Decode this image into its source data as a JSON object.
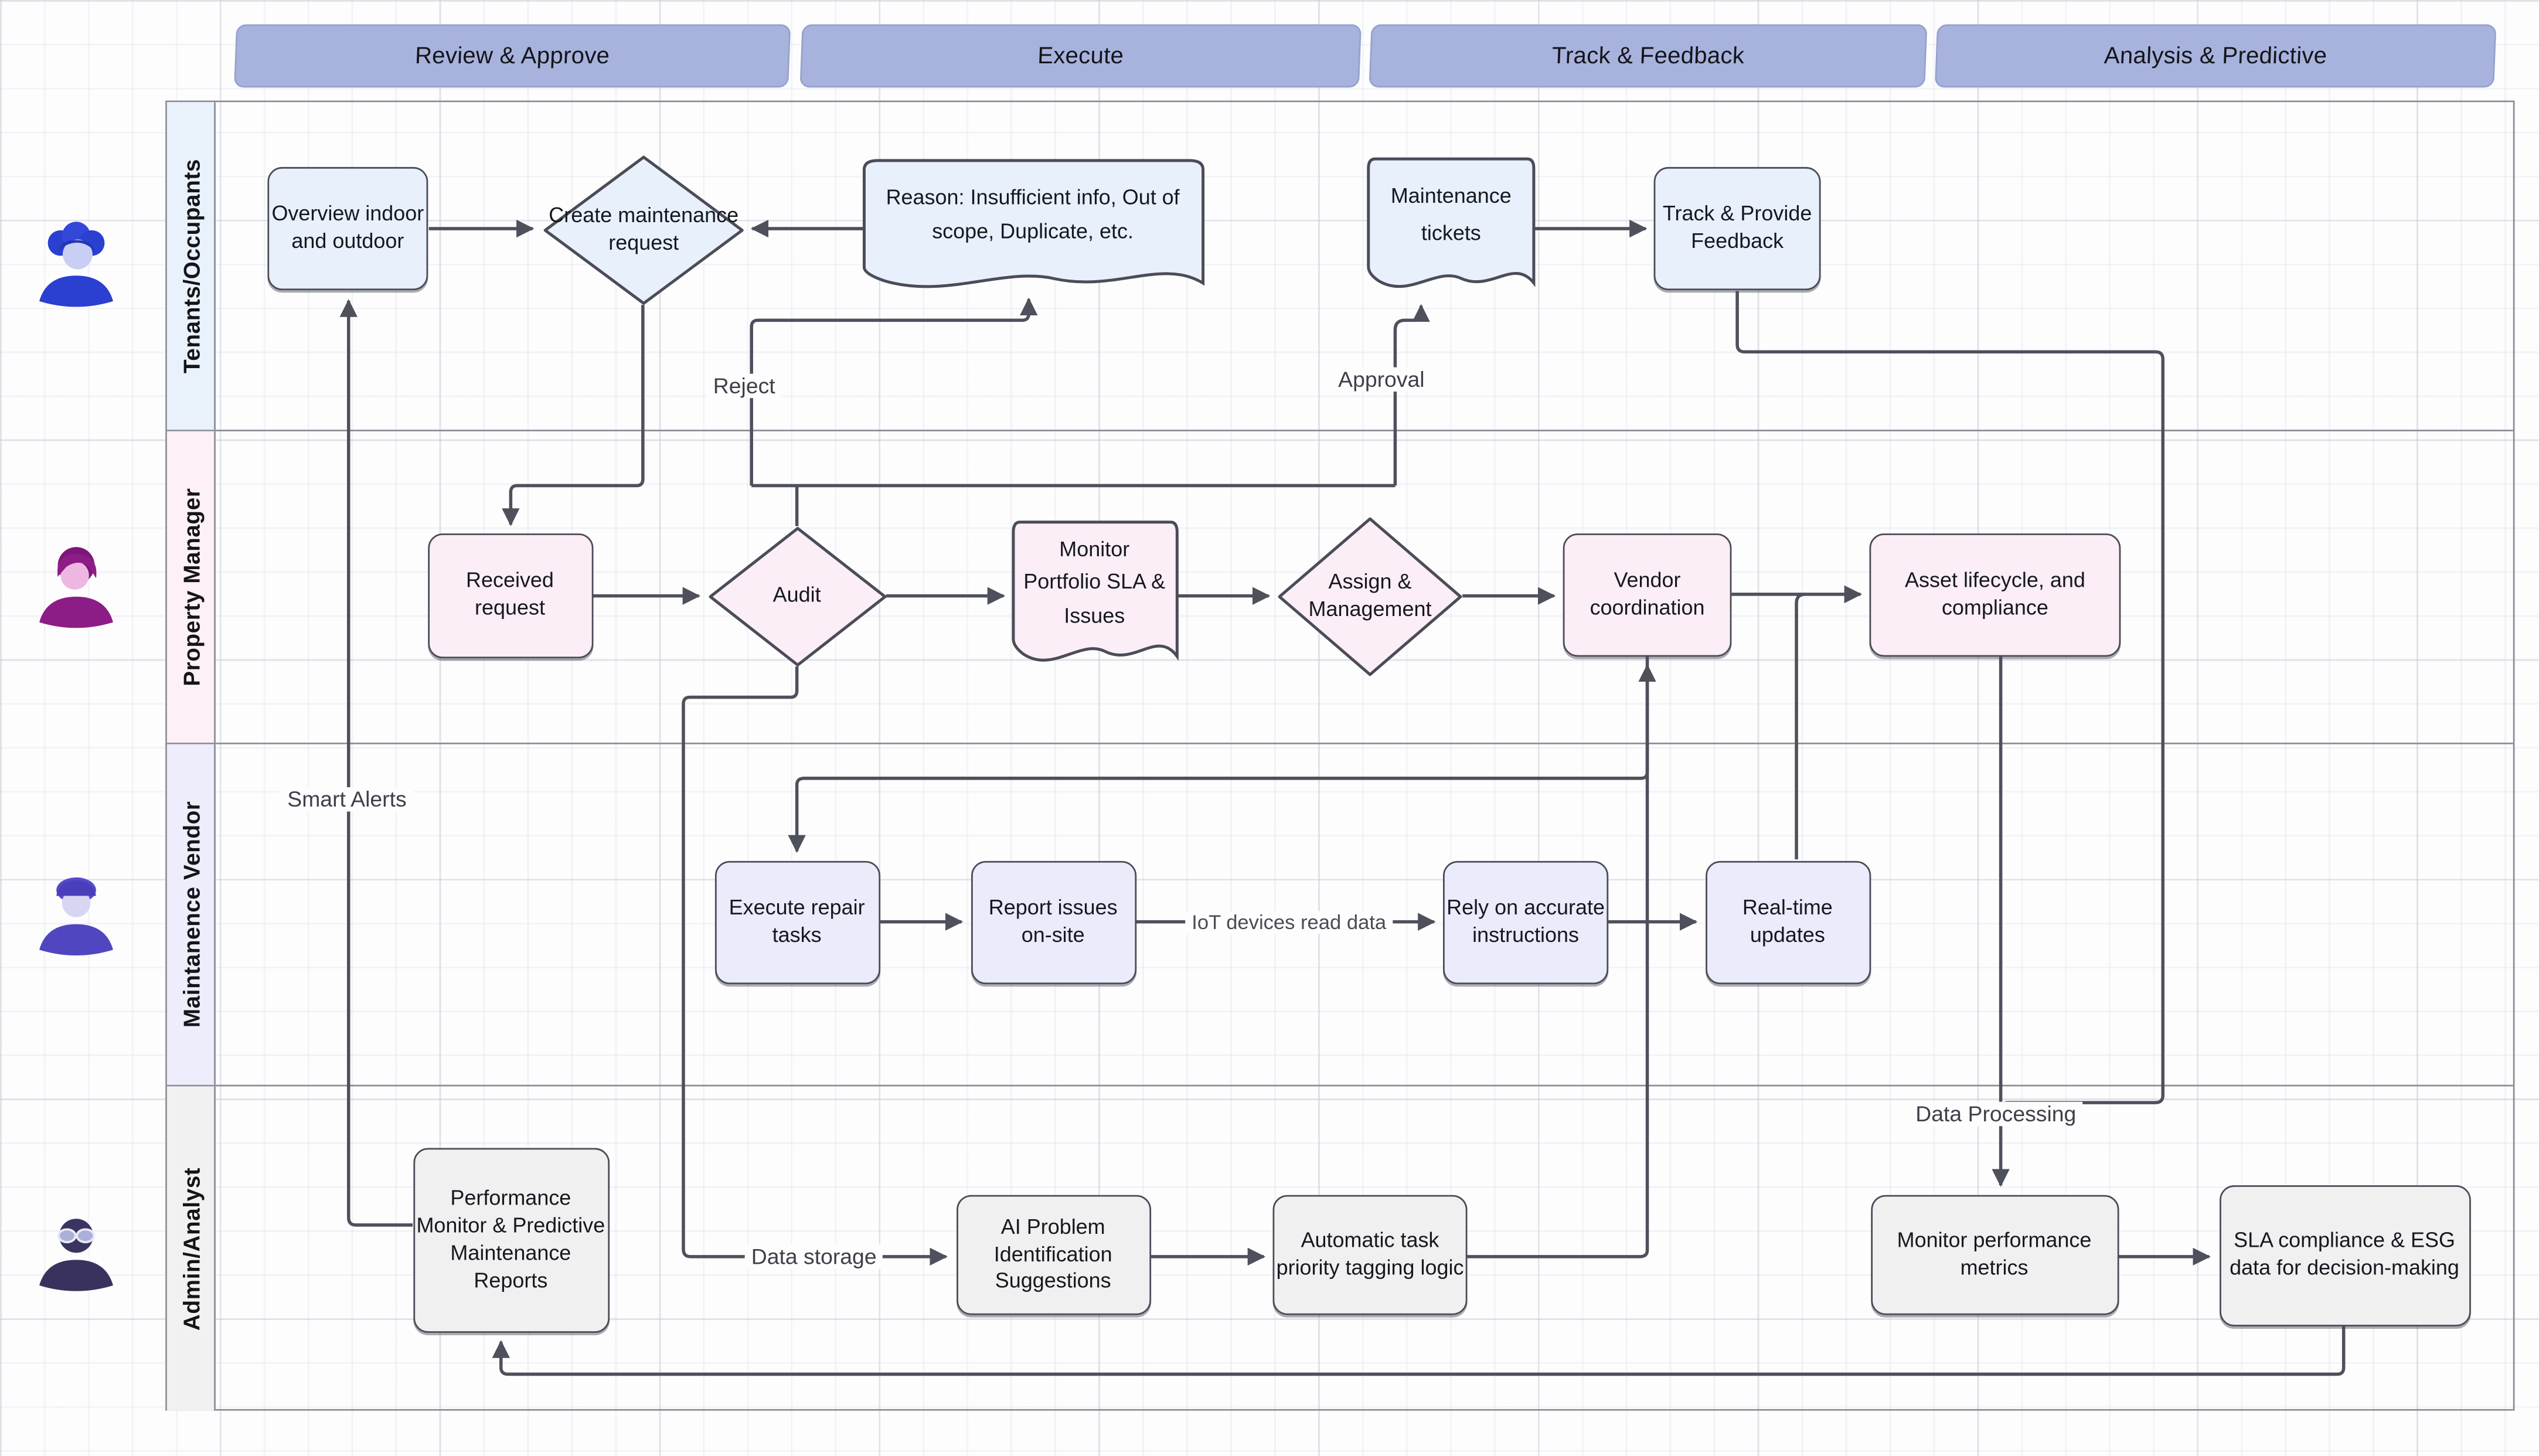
{
  "phases": [
    {
      "label": "Review & Approve"
    },
    {
      "label": "Execute"
    },
    {
      "label": "Track & Feedback"
    },
    {
      "label": "Analysis & Predictive"
    }
  ],
  "lanes": [
    {
      "label": "Tenants/Occupants"
    },
    {
      "label": "Property Manager"
    },
    {
      "label": "Maintanence Vendor"
    },
    {
      "label": "Admin/Analyst"
    }
  ],
  "nodes": {
    "overview": {
      "label": "Overview indoor and outdoor"
    },
    "create_request": {
      "label": "Create maintenance request"
    },
    "reason": {
      "label": "Reason: Insufficient info, Out of scope, Duplicate, etc."
    },
    "tickets": {
      "label": "Maintenance tickets"
    },
    "track": {
      "label": "Track & Provide Feedback"
    },
    "received": {
      "label": "Received request"
    },
    "audit": {
      "label": "Audit"
    },
    "monitor_sla": {
      "label": "Monitor Portfolio SLA & Issues"
    },
    "assign": {
      "label": "Assign & Management"
    },
    "vendor_coord": {
      "label": "Vendor coordination"
    },
    "asset": {
      "label": "Asset lifecycle, and compliance"
    },
    "execute_repair": {
      "label": "Execute repair tasks"
    },
    "report_issues": {
      "label": "Report issues on-site"
    },
    "rely": {
      "label": "Rely on accurate instructions"
    },
    "realtime": {
      "label": "Real-time updates"
    },
    "perf_monitor": {
      "label": "Performance Monitor & Predictive Maintenance Reports"
    },
    "ai_problem": {
      "label": "AI Problem Identification Suggestions"
    },
    "auto_task": {
      "label": "Automatic task priority tagging logic"
    },
    "monitor_metrics": {
      "label": "Monitor performance metrics"
    },
    "sla_esg": {
      "label": "SLA compliance & ESG data for decision-making"
    }
  },
  "edge_labels": {
    "reject": "Reject",
    "approval": "Approval",
    "smart_alerts": "Smart Alerts",
    "iot": "IoT devices read data",
    "data_storage": "Data storage",
    "data_processing": "Data Processing"
  },
  "colors": {
    "header_fill": "#a8b3dd",
    "lane_tenants": "#e9f2fb",
    "lane_property_manager": "#fdf0f7",
    "lane_maintenance_vendor": "#ededfb",
    "lane_admin_analyst": "#f1f1f2",
    "connector": "#4e505c"
  }
}
